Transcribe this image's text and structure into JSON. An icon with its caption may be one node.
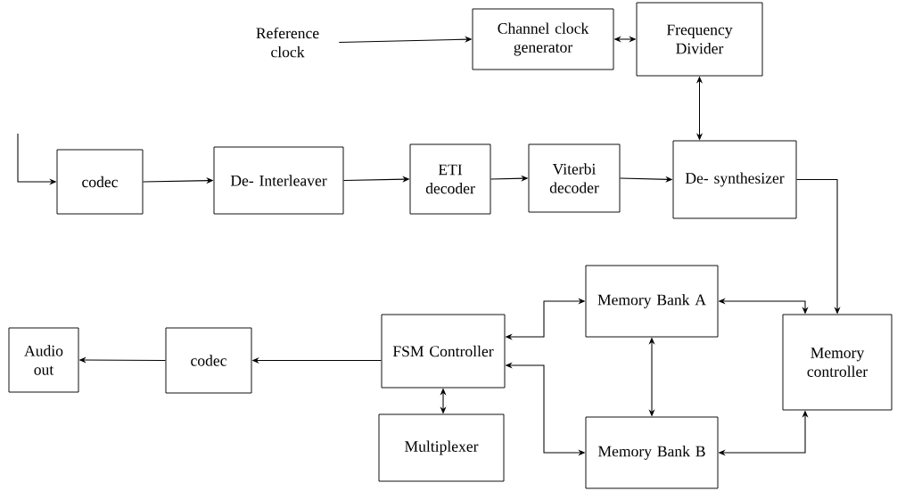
{
  "diagram": {
    "nodes": [
      {
        "text": [
          "Reference clock"
        ]
      },
      {
        "text": [
          "Channel clock generator"
        ]
      },
      {
        "text": [
          "Frequency Divider"
        ]
      },
      {
        "text": [
          "codec"
        ]
      },
      {
        "text": [
          "De- Interleaver"
        ]
      },
      {
        "text": [
          "ETI decoder"
        ]
      },
      {
        "text": [
          "Viterbi decoder"
        ]
      },
      {
        "text": [
          "De- synthesizer"
        ]
      },
      {
        "text": [
          "Memory Bank A"
        ]
      },
      {
        "text": [
          "Memory controller"
        ]
      },
      {
        "text": [
          "FSM Controller"
        ]
      },
      {
        "text": [
          "codec"
        ]
      },
      {
        "text": [
          "Audio out"
        ]
      },
      {
        "text": [
          "Multiplexer"
        ]
      },
      {
        "text": [
          "Memory Bank B"
        ]
      }
    ],
    "edges": [
      {
        "from": null,
        "to": 3,
        "arrow": "to"
      },
      {
        "from": 3,
        "to": 4,
        "arrow": "to"
      },
      {
        "from": 4,
        "to": 5,
        "arrow": "to"
      },
      {
        "from": 5,
        "to": 6,
        "arrow": "to"
      },
      {
        "from": 6,
        "to": 7,
        "arrow": "to"
      },
      {
        "from": 0,
        "to": 1,
        "arrow": "to"
      },
      {
        "from": 1,
        "to": 2,
        "arrow": "both"
      },
      {
        "from": 2,
        "to": 7,
        "arrow": "both"
      },
      {
        "from": 7,
        "to": 9,
        "arrow": "to"
      },
      {
        "from": 8,
        "to": 9,
        "arrow": "both"
      },
      {
        "from": 14,
        "to": 9,
        "arrow": "both"
      },
      {
        "from": 10,
        "to": 8,
        "arrow": "both"
      },
      {
        "from": 10,
        "to": 14,
        "arrow": "both"
      },
      {
        "from": 8,
        "to": 14,
        "arrow": "both"
      },
      {
        "from": 10,
        "to": 13,
        "arrow": "both"
      },
      {
        "from": 10,
        "to": 11,
        "arrow": "to"
      },
      {
        "from": 11,
        "to": 12,
        "arrow": "to"
      }
    ]
  }
}
